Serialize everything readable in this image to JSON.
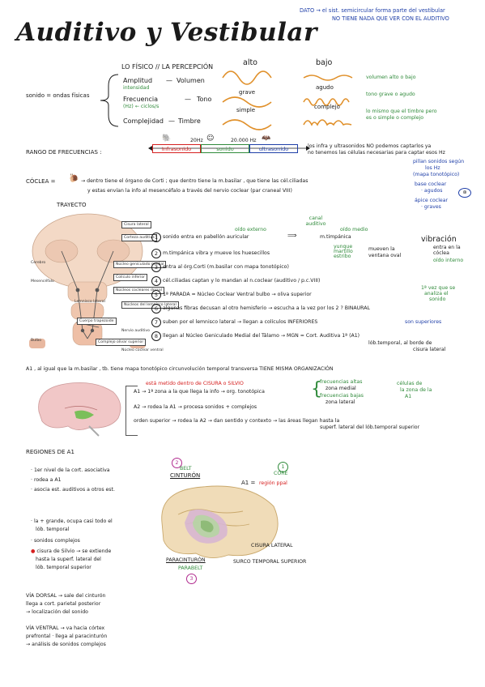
{
  "title": "Auditivo y Vestibular",
  "dato": [
    "DATO → el sist. semicircular forma parte del vestibular",
    "NO TIENE NADA QUE VER CON EL AUDITIVO"
  ],
  "fisico": {
    "header": "LO FÍSICO  //  LA PERCEPCIÓN",
    "sonido": "sonido = ondas físicas",
    "rows": [
      {
        "fisico": "Amplitud",
        "sub": "intensidad",
        "percepcion": "Volumen"
      },
      {
        "fisico": "Frecuencia",
        "sub": "(Hz) ← ciclos/s",
        "percepcion": "Tono"
      },
      {
        "fisico": "Complejidad",
        "sub": "",
        "percepcion": "Timbre"
      }
    ],
    "alto": "alto",
    "bajo": "bajo",
    "grave": "grave",
    "agudo": "agudo",
    "simple": "simple",
    "complejo": "complejo",
    "notes": [
      "volumen alto o bajo",
      "tono grave o agudo",
      "lo mismo que el timbre pero",
      "es o simple o complejo"
    ]
  },
  "rango": {
    "label": "RANGO DE FRECUENCIAS :",
    "v20hz": "20Hz",
    "v20000": "20.000 Hz",
    "infrasonido": "Infrasonido",
    "sonido": "sonido",
    "ultrasonido": "ultrasonido",
    "note1": "los infra y ultrasonidos NO podemos captarlos ya",
    "note2": "no tenemos las células necesarias para captar esos Hz"
  },
  "coclea": {
    "label": "CÓCLEA =",
    "text1": "→ dentro tiene el órgano de Corti ; que dentro tiene  la m.basilar , que tiene las cél.ciliadas",
    "text2": "y estas envían la info al mesencéfalo a través del nervio coclear (par craneal VIII)",
    "side": [
      "pillan sonidos según",
      "los Hz",
      "(mapa tonotópico)",
      "base coclear",
      "· agudos",
      "ápice coclear",
      "· graves"
    ]
  },
  "trayecto": {
    "label": "TRAYECTO",
    "diagram_labels": [
      "Cisura lateral",
      "Corteza auditiva",
      "Cerebro",
      "Núcleo geniculado medial",
      "Colículo inferior",
      "Mesencéfalo",
      "Núcleos cocleares dorsal",
      "Lemnisco lateral",
      "Núcleos del lemnisco lateral",
      "Cuerpo trapezoide",
      "Bulbo",
      "Complejo olivar superior",
      "Nervio auditivo",
      "Núcleo coclear ventral"
    ],
    "top_labels": [
      "oído externo",
      "canal auditivo",
      "oído medio"
    ],
    "steps": [
      "sonido entra en pabellón auricular",
      "m.timpánica vibra y mueve los huesecillos",
      "entra al órg.Corti (m.basilar con mapa tonotópico)",
      "cél.ciliadas captan y lo mandan al n.coclear (auditivo / p.c.VIII)",
      "1ª PARADA = Núcleo Coclear Ventral bulbo → oliva superior",
      "algunas fibras decusan al otro hemisferio → escucha a la vez por los 2 ? BINAURAL",
      "suben por el lemnisco lateral → llegan a colículos INFERIORES",
      "llegan al Núcleo Geniculado Medial del Tálamo → MGN = Cort. Auditiva 1ª (A1)"
    ],
    "step1_right": "m.timpánica",
    "huesecillos": "yunque martillo estribo",
    "ventana": "mueven la ventana oval",
    "vibracion": "vibración",
    "vibracion_sub": "entra en la cóclea",
    "oido_interno": "oído interno",
    "vez": [
      "1ª vez que se",
      "analiza el",
      "sonido"
    ],
    "son_superiores": "son superiores",
    "final": [
      "lób.temporal, al borde de",
      "cisura lateral"
    ]
  },
  "a1": {
    "intro": "A1 , al igual que la m.basilar , tb. tiene mapa tonotópico   circunvolución temporal transversa  TIENE MISMA ORGANIZACIÓN",
    "red": "está metido dentro de CISURA o SILVIO",
    "a1_line": "A1 → 1ª zona a la que llega la info → org. tonotópica",
    "altas": "frecuencias altas",
    "altas_sub": "zona medial",
    "bajas": "frecuencias bajas",
    "bajas_sub": "zona lateral",
    "celulas": [
      "células de",
      "la zona de la",
      "A1"
    ],
    "a2": "A2 → rodea la A1 → procesa sonidos + complejos",
    "orden": "orden superior → rodea la A2 → dan sentido y contexto → las áreas llegan hasta la",
    "orden2": "superf. lateral del lób.temporal superior"
  },
  "regiones": {
    "label": "REGIONES DE A1",
    "list": [
      "1er nivel de la cort. asociativa",
      "rodea a A1",
      "asocia est. auditivos a otros est."
    ],
    "belt": "BELT",
    "cinturon": "CINTURÓN",
    "core": "CORE",
    "a1eq": "A1 =",
    "region_ppal": "región ppal",
    "list2": [
      "la + grande, ocupa casi todo el",
      "lób. temporal",
      "sonidos complejos",
      "cisura de Silvio → se extiende",
      "hasta la superf. lateral del",
      "lób. temporal superior"
    ],
    "cisura": "CISURA LATERAL",
    "surco": "SURCO TEMPORAL SUPERIOR",
    "paracinturon": "PARACINTURÓN",
    "parabelt": "PARABELT",
    "n1": "1",
    "n2": "2",
    "n3": "3"
  },
  "vias": {
    "dorsal1": "VÍA DORSAL → sale del cinturón",
    "dorsal2": "llega a cort. parietal posterior",
    "dorsal3": "→ localización del sonido",
    "ventral1": "VÍA VENTRAL → va hacia córtex",
    "ventral2": "prefrontal · llega al paracinturón",
    "ventral3": "→ análisis de sonidos complejos"
  },
  "colors": {
    "blue": "#1f3fa8",
    "green": "#2f8a3a",
    "red": "#d62020",
    "orange": "#e0902a",
    "purple": "#b02a8e"
  }
}
